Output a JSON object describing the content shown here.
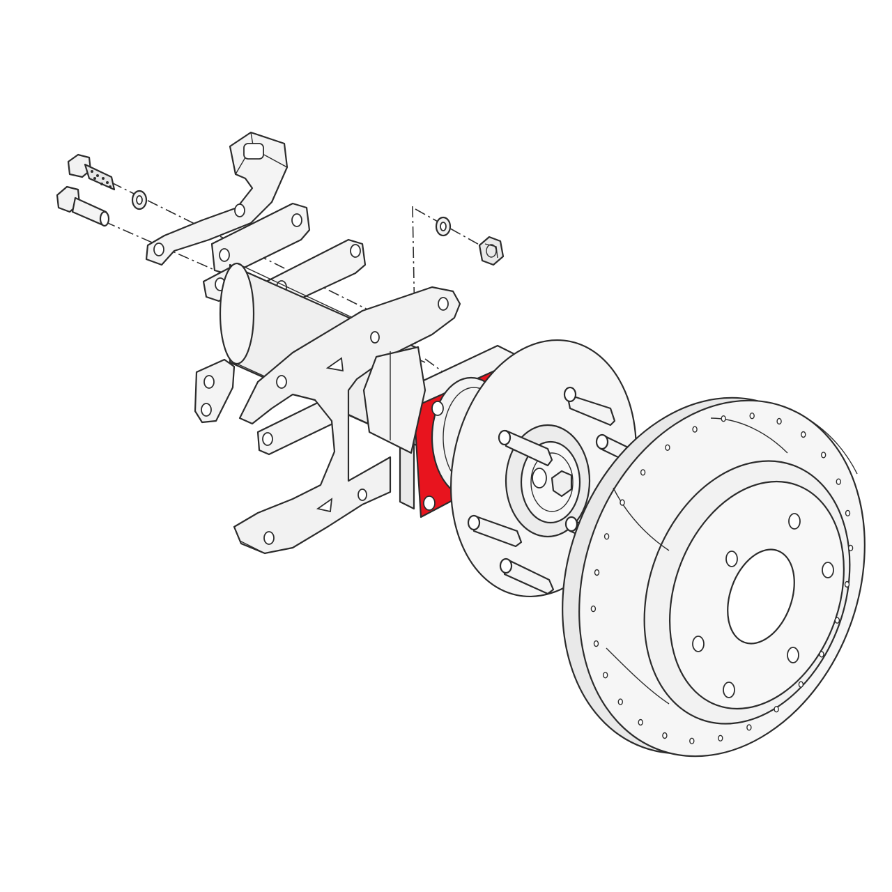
{
  "diagram": {
    "kind": "exploded-assembly",
    "highlight_color": "#e8141e",
    "line_color": "#2b2b2b",
    "fill_light": "#f2f2f2",
    "fill_mid": "#dcdcdc",
    "background": "#ffffff",
    "parts": [
      {
        "id": "caliper-bolt-threaded",
        "icon": "hex-bolt-icon"
      },
      {
        "id": "caliper-bolt-plain",
        "icon": "hex-bolt-icon"
      },
      {
        "id": "washer-left",
        "icon": "washer-icon"
      },
      {
        "id": "line-bracket",
        "icon": "bracket-icon"
      },
      {
        "id": "caliper-mount-spacers",
        "icon": "spacer-icon"
      },
      {
        "id": "axle-housing",
        "icon": "tube-icon"
      },
      {
        "id": "caliper-bracket",
        "icon": "bracket-icon"
      },
      {
        "id": "hub-adapter-spacer",
        "icon": "spacer-plate-icon",
        "highlighted": true
      },
      {
        "id": "wheel-hub",
        "icon": "hub-icon"
      },
      {
        "id": "wheel-studs",
        "icon": "stud-icon"
      },
      {
        "id": "washer-right",
        "icon": "washer-icon"
      },
      {
        "id": "lock-nut",
        "icon": "hex-nut-icon"
      },
      {
        "id": "brake-rotor",
        "icon": "rotor-icon"
      }
    ]
  }
}
